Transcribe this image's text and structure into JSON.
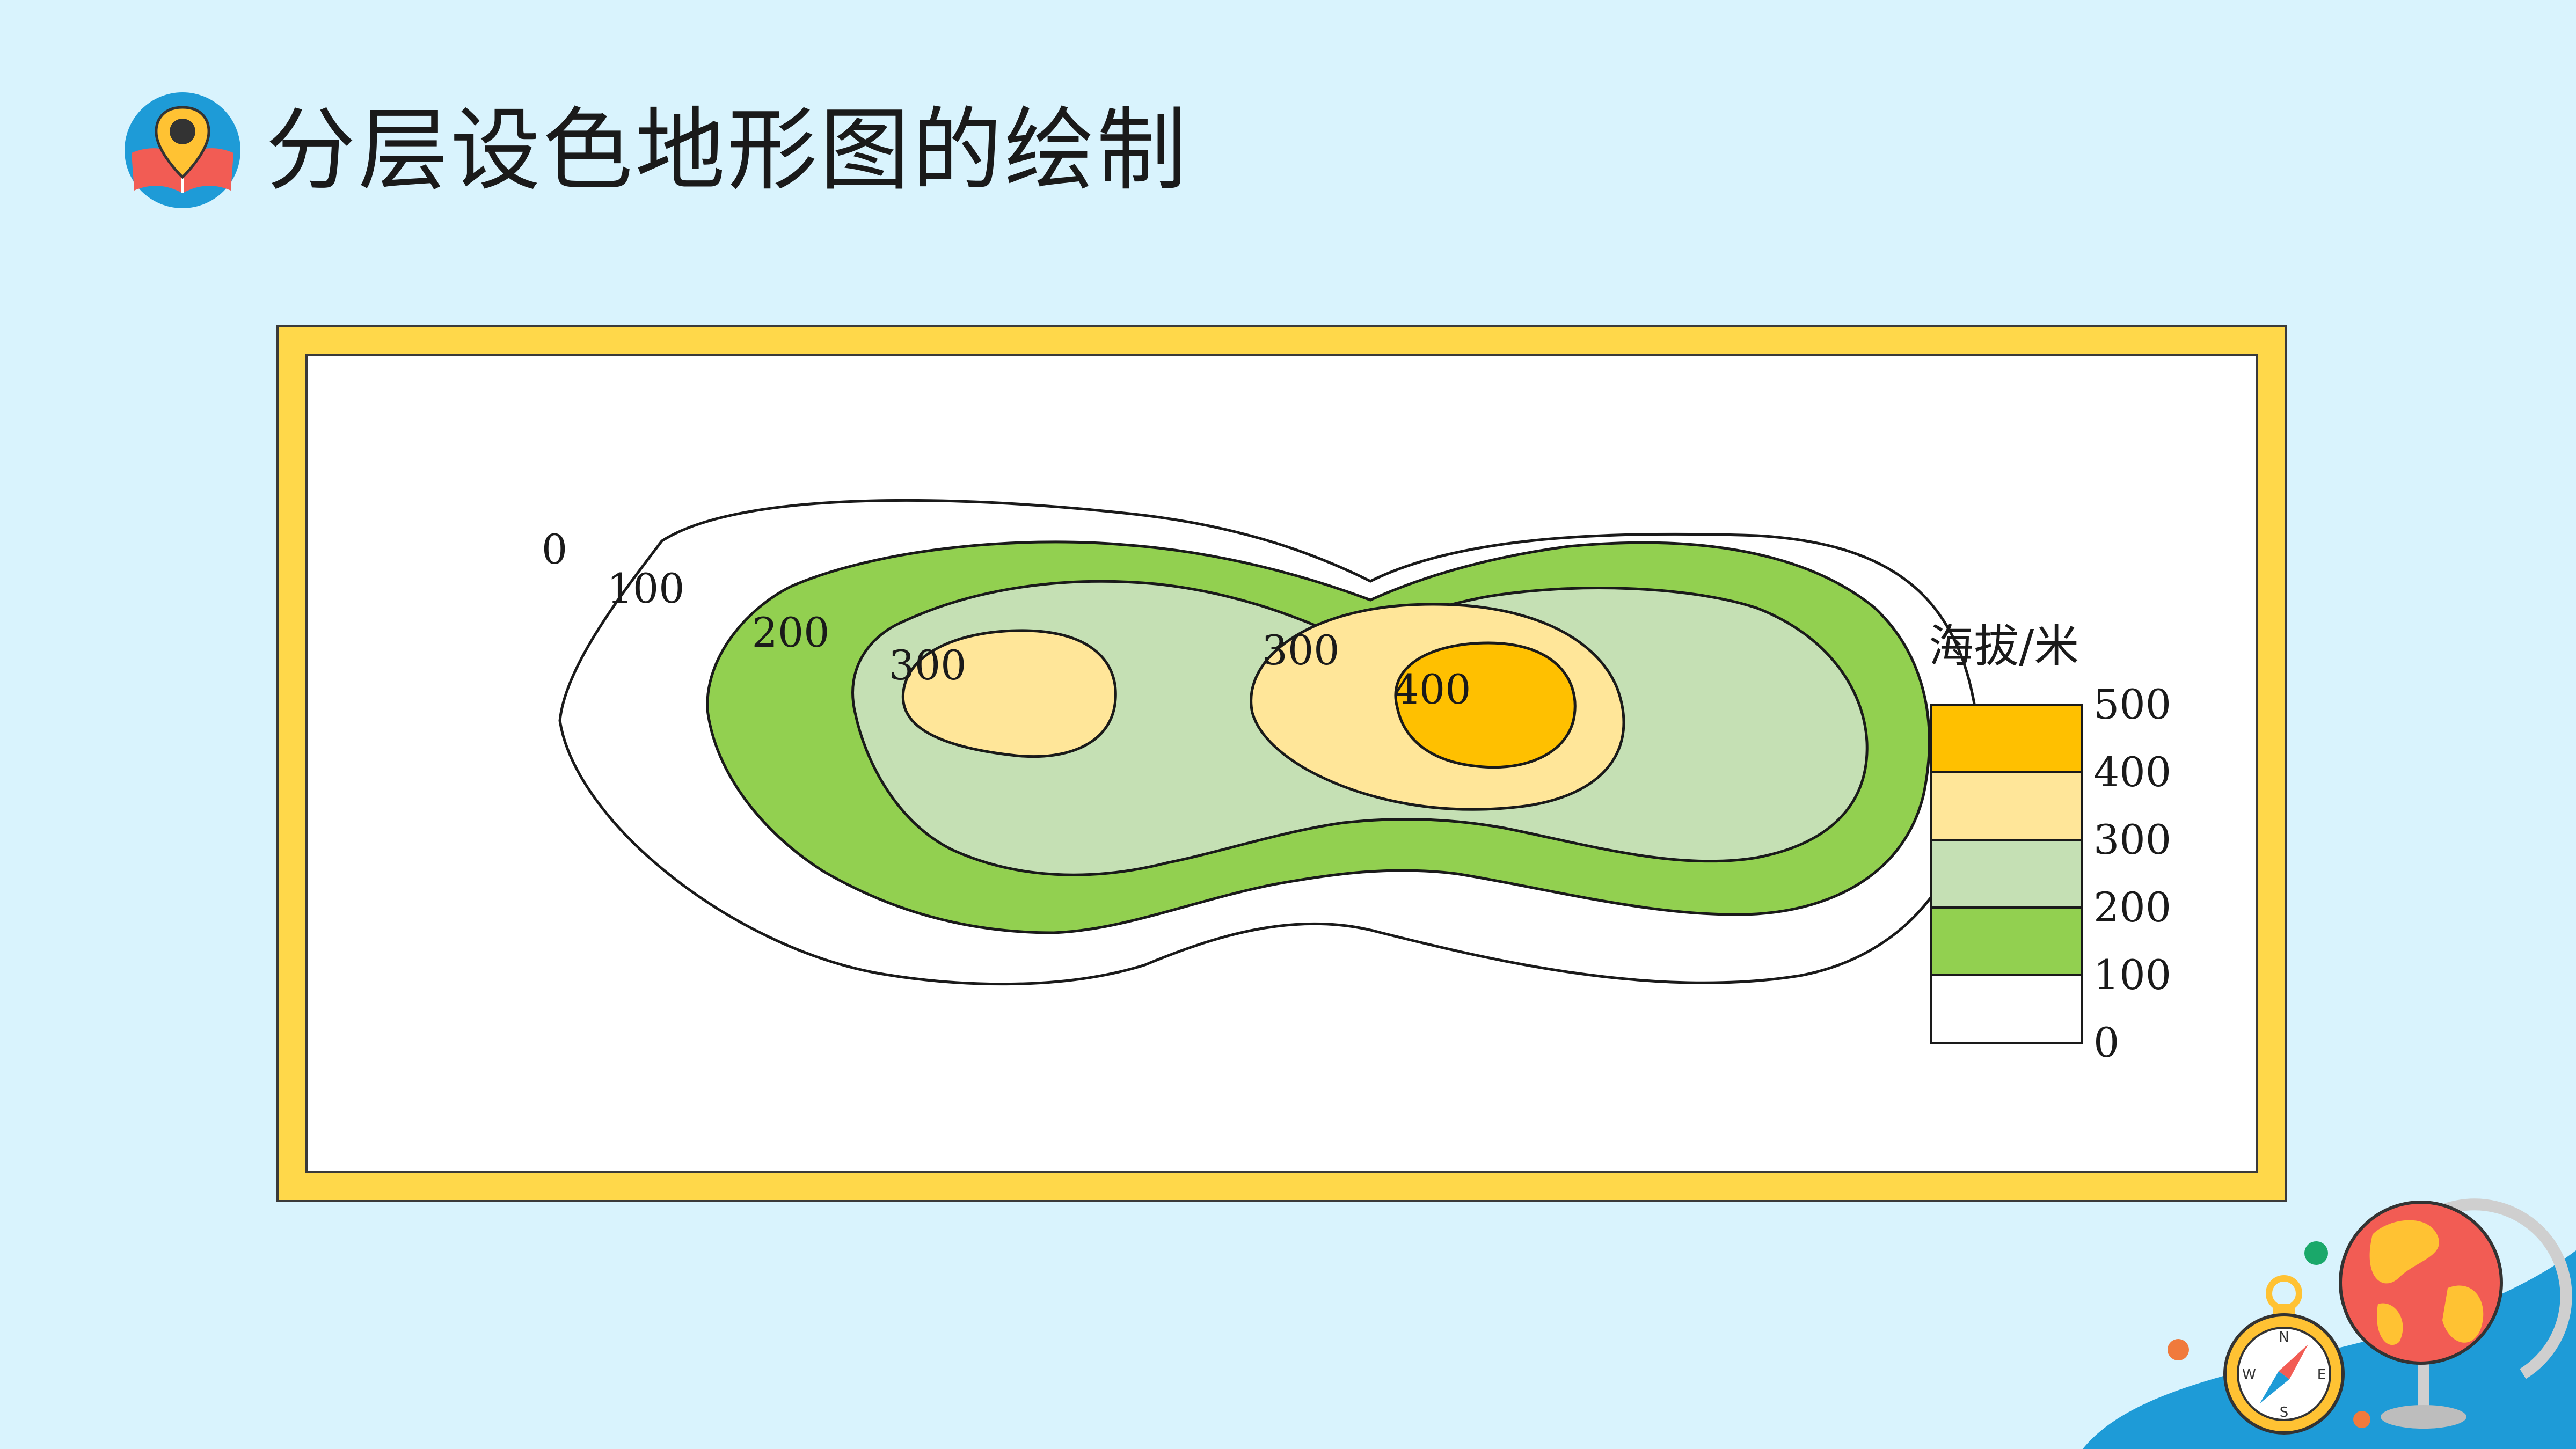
{
  "title": "分层设色地形图的绘制",
  "map": {
    "contour_labels": {
      "c0": "0",
      "c100": "100",
      "c200": "200",
      "c300_left": "300",
      "c300_right": "300",
      "c400": "400"
    },
    "legend": {
      "title": "海拔/米",
      "bands": [
        {
          "from": "400",
          "to": "500",
          "color": "#ffc000"
        },
        {
          "from": "300",
          "to": "400",
          "color": "#ffe699"
        },
        {
          "from": "200",
          "to": "300",
          "color": "#c5e0b4"
        },
        {
          "from": "100",
          "to": "200",
          "color": "#92d050"
        },
        {
          "from": "0",
          "to": "100",
          "color": "#ffffff"
        }
      ],
      "ticks": [
        "500",
        "400",
        "300",
        "200",
        "100",
        "0"
      ]
    }
  },
  "icons": [
    "map-pin-book-icon",
    "compass-icon",
    "globe-icon"
  ]
}
